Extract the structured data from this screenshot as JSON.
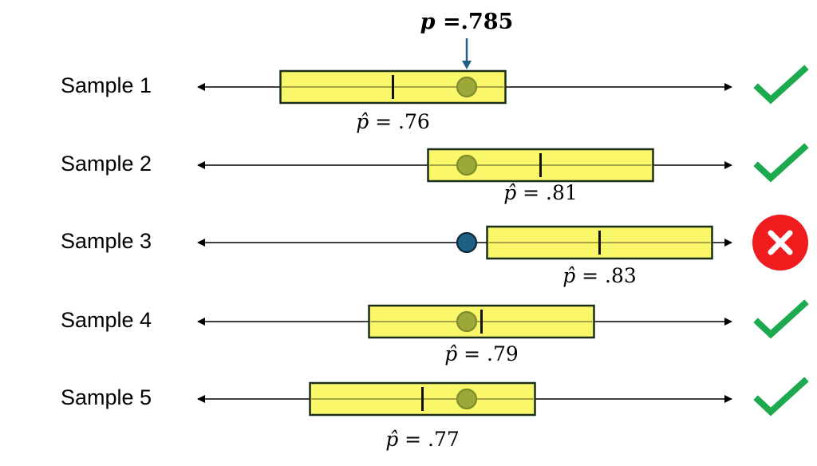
{
  "true_proportion": {
    "symbol": "p",
    "equals": " =.",
    "digits": "785",
    "value": 0.785
  },
  "phat_symbol": "p̂",
  "samples": [
    {
      "label": "Sample 1",
      "phat_text": " = .76",
      "phat": 0.76,
      "captures": true,
      "status_icon": "check-icon"
    },
    {
      "label": "Sample 2",
      "phat_text": " = .81",
      "phat": 0.81,
      "captures": true,
      "status_icon": "check-icon"
    },
    {
      "label": "Sample 3",
      "phat_text": " = .83",
      "phat": 0.83,
      "captures": false,
      "status_icon": "x-icon"
    },
    {
      "label": "Sample 4",
      "phat_text": " = .79",
      "phat": 0.79,
      "captures": true,
      "status_icon": "check-icon"
    },
    {
      "label": "Sample 5",
      "phat_text": " = .77",
      "phat": 0.77,
      "captures": true,
      "status_icon": "check-icon"
    }
  ],
  "colors": {
    "interval_fill": "#FAF76A",
    "interval_stroke": "#1A2E1A",
    "true_p_dot_inside": "#9CA83A",
    "true_p_dot_outside": "#1F5F86",
    "arrow": "#1F5F86",
    "check": "#1DAA4E",
    "x_badge": "#EE1C1C"
  }
}
